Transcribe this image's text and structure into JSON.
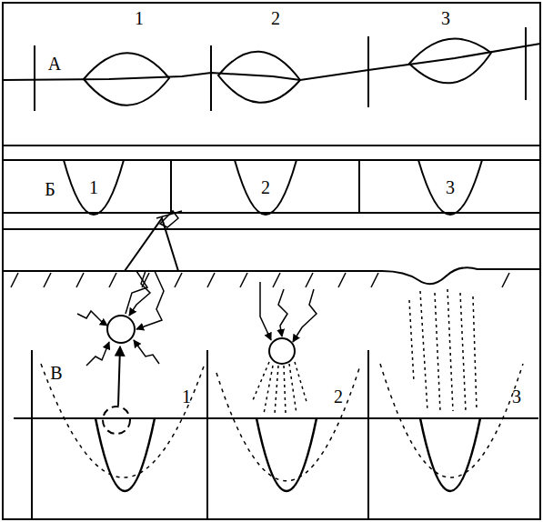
{
  "diagram": {
    "labels": [
      "1",
      "2",
      "3",
      "А",
      "Б",
      "1",
      "2",
      "3",
      "В",
      "1",
      "2",
      "3"
    ]
  }
}
